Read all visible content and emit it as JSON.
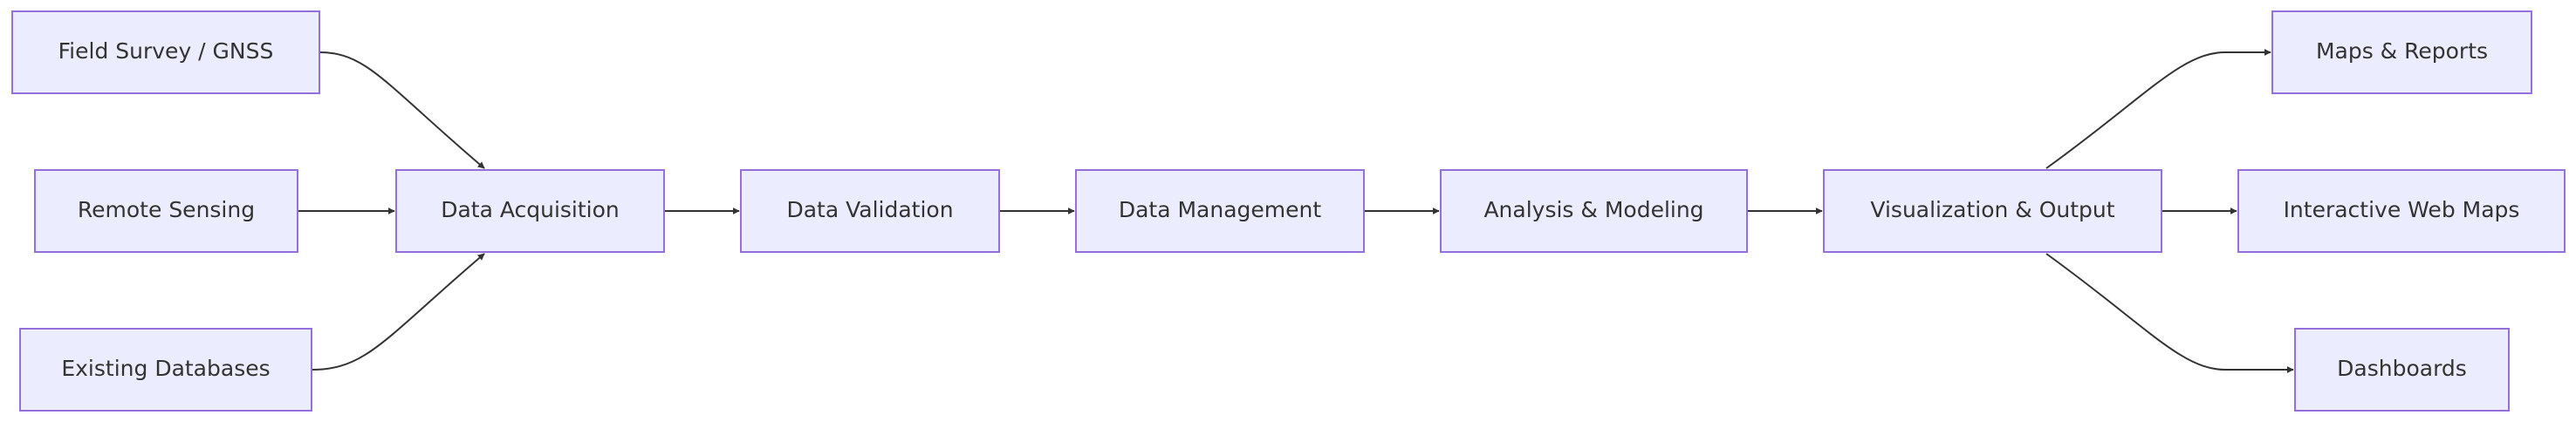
{
  "nodes": {
    "field_survey": "Field Survey / GNSS",
    "remote_sensing": "Remote Sensing",
    "existing_databases": "Existing Databases",
    "data_acquisition": "Data Acquisition",
    "data_validation": "Data Validation",
    "data_management": "Data Management",
    "analysis_modeling": "Analysis & Modeling",
    "visualization_output": "Visualization & Output",
    "maps_reports": "Maps & Reports",
    "interactive_web_maps": "Interactive Web Maps",
    "dashboards": "Dashboards"
  },
  "colors": {
    "node_fill": "#ECECFF",
    "node_stroke": "#9370DB",
    "edge": "#333333",
    "text": "#333333"
  }
}
